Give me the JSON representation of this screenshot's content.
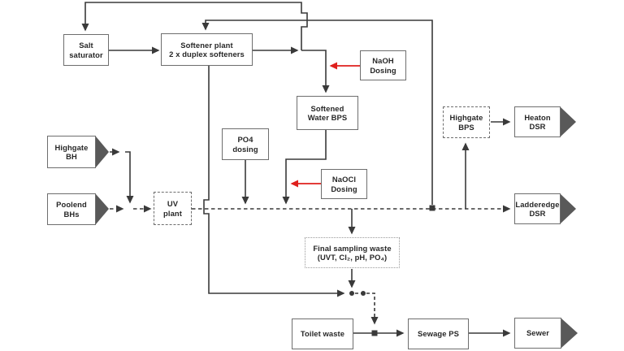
{
  "colors": {
    "background": "#ffffff",
    "line": "#3a3a3a",
    "red": "#df201d",
    "pentagon": "#595959",
    "box_border": "#6e6e6e",
    "text": "#272727"
  },
  "nodes": {
    "salt_saturator": {
      "label": "Salt\nsaturator"
    },
    "softener_plant": {
      "label": "Softener plant\n2 x duplex softeners"
    },
    "naoh_dosing": {
      "label": "NaOH\nDosing"
    },
    "softened_water_bps": {
      "label": "Softened\nWater BPS"
    },
    "po4_dosing": {
      "label": "PO4\ndosing"
    },
    "naocl_dosing": {
      "label": "NaOCl\nDosing"
    },
    "uv_plant": {
      "label": "UV\nplant"
    },
    "highgate_bh": {
      "label": "Highgate\nBH"
    },
    "poolend_bhs": {
      "label": "Poolend\nBHs"
    },
    "highgate_bps": {
      "label": "Highgate\nBPS"
    },
    "heaton_dsr": {
      "label": "Heaton\nDSR"
    },
    "ladderedge_dsr": {
      "label": "Ladderedge\nDSR"
    },
    "final_sampling_waste": {
      "label": "Final sampling waste\n(UVT, Cl₂, pH, PO₄)"
    },
    "toilet_waste": {
      "label": "Toilet waste"
    },
    "sewage_ps": {
      "label": "Sewage PS"
    },
    "sewer": {
      "label": "Sewer"
    }
  }
}
